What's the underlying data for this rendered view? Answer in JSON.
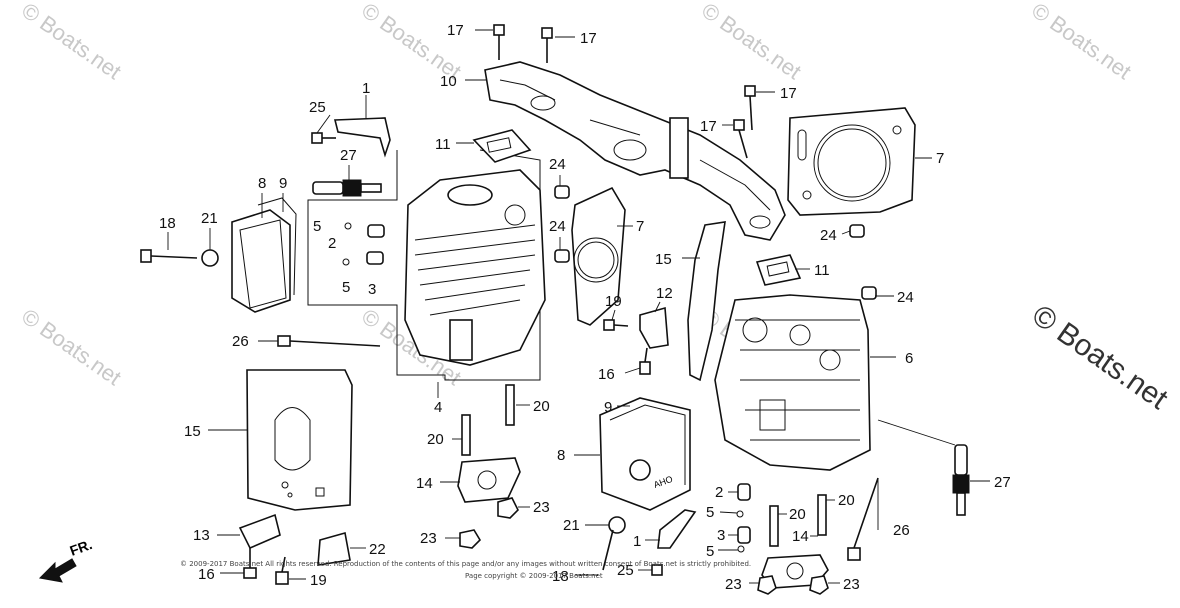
{
  "watermark": {
    "text": "© Boats.net",
    "side_text": "© Boats.net"
  },
  "orientation": {
    "label": "FR."
  },
  "footer": {
    "line1": "© 2009-2017 Boats.net All rights reserved. Reproduction of the contents of this page and/or any images without written consent of Boats.net is strictly prohibited.",
    "line2": "Page copyright © 2009-2017 Boats.net"
  },
  "callouts": {
    "c_17a": "17",
    "c_17b": "17",
    "c_17c": "17",
    "c_17d": "17",
    "c_10": "10",
    "c_1a": "1",
    "c_25a": "25",
    "c_27a": "27",
    "c_11a": "11",
    "c_8a": "8",
    "c_9a": "9",
    "c_18a": "18",
    "c_21a": "21",
    "c_5a": "5",
    "c_2a": "2",
    "c_5b": "5",
    "c_3a": "3",
    "c_24a": "24",
    "c_24b": "24",
    "c_7a": "7",
    "c_7b": "7",
    "c_24c": "24",
    "c_15a": "15",
    "c_11b": "11",
    "c_24d": "24",
    "c_12": "12",
    "c_19a": "19",
    "c_26a": "26",
    "c_6": "6",
    "c_16a": "16",
    "c_4": "4",
    "c_20a": "20",
    "c_15b": "15",
    "c_9b": "9",
    "c_20b": "20",
    "c_8b": "8",
    "c_14a": "14",
    "c_23a": "23",
    "c_27b": "27",
    "c_2b": "2",
    "c_20c": "20",
    "c_5c": "5",
    "c_20d": "20",
    "c_26b": "26",
    "c_21b": "21",
    "c_1b": "1",
    "c_3b": "3",
    "c_14b": "14",
    "c_5d": "5",
    "c_13": "13",
    "c_22": "22",
    "c_23b": "23",
    "c_16b": "16",
    "c_19b": "19",
    "c_18b": "18",
    "c_25b": "25",
    "c_23c": "23",
    "c_23d": "23"
  },
  "embossed_text": "AHO"
}
